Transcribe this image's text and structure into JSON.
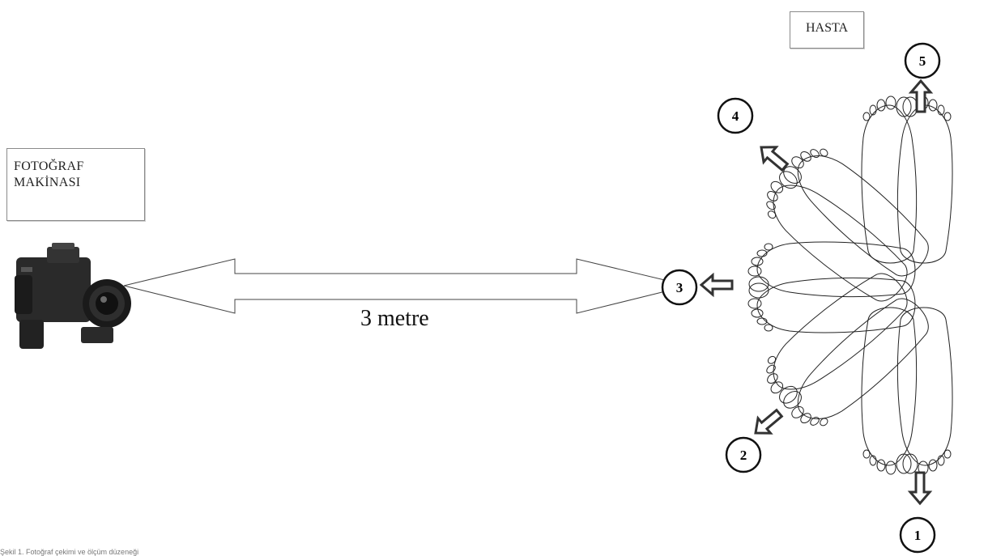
{
  "camera_label": {
    "line1": "FOTOĞRAF",
    "line2": "MAKİNASI"
  },
  "patient_label": "HASTA",
  "distance_label": "3 metre",
  "caption": "Şekil 1. Fotoğraf çekimi ve ölçüm düzeneği",
  "positions": [
    {
      "number": "1"
    },
    {
      "number": "2"
    },
    {
      "number": "3"
    },
    {
      "number": "4"
    },
    {
      "number": "5"
    }
  ],
  "colors": {
    "line": "#222222",
    "box_border": "#8a8a8a",
    "arrow_outline": "#333333"
  }
}
